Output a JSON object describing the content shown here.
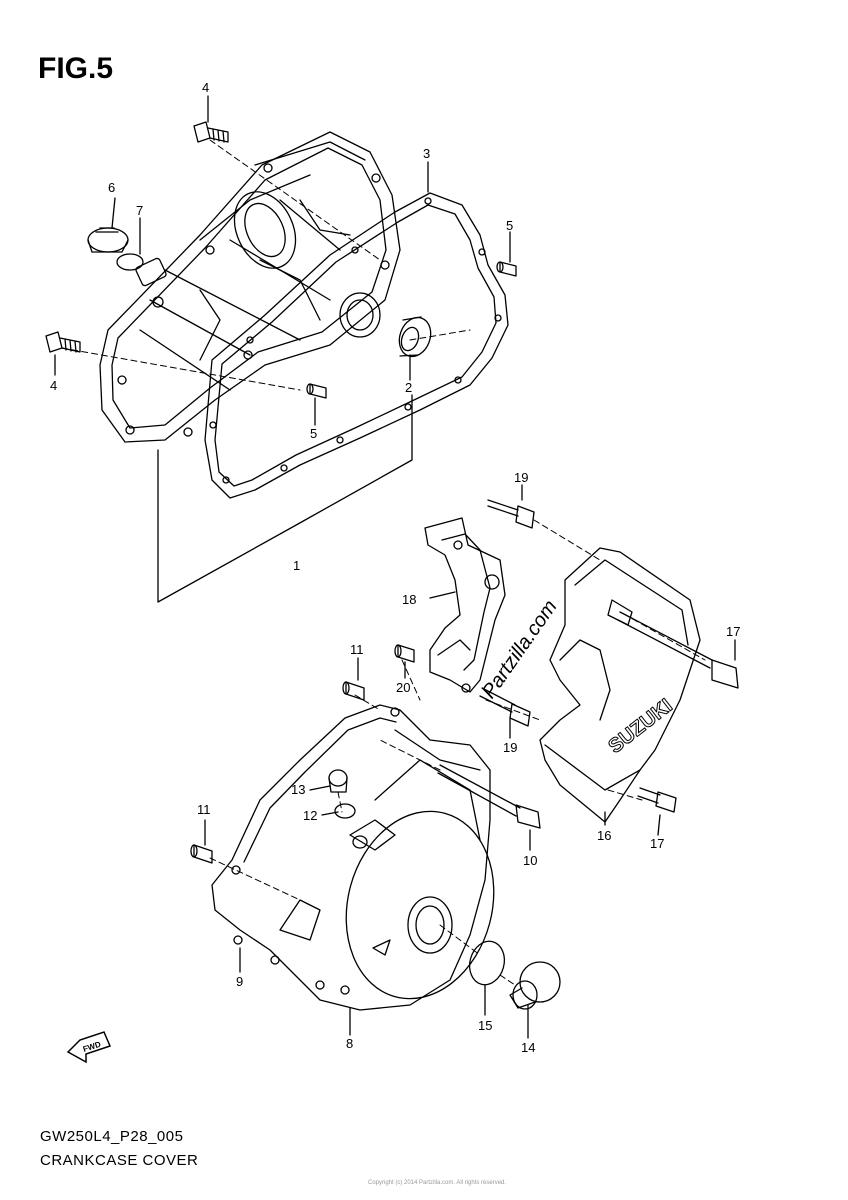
{
  "figure": {
    "title": "FIG.5",
    "model_code": "GW250L4_P28_005",
    "caption": "CRANKCASE COVER",
    "footer": "Copyright (c) 2014 Partzilla.com. All rights reserved."
  },
  "watermark": "Partzilla.com",
  "cover_brand": "SUZUKI",
  "fwd_label": "FWD",
  "callouts": [
    {
      "id": "c4a",
      "text": "4"
    },
    {
      "id": "c3",
      "text": "3"
    },
    {
      "id": "c6",
      "text": "6"
    },
    {
      "id": "c7",
      "text": "7"
    },
    {
      "id": "c5a",
      "text": "5"
    },
    {
      "id": "c4b",
      "text": "4"
    },
    {
      "id": "c2",
      "text": "2"
    },
    {
      "id": "c5b",
      "text": "5"
    },
    {
      "id": "c1",
      "text": "1"
    },
    {
      "id": "c19a",
      "text": "19"
    },
    {
      "id": "c18",
      "text": "18"
    },
    {
      "id": "c17a",
      "text": "17"
    },
    {
      "id": "c11a",
      "text": "11"
    },
    {
      "id": "c20",
      "text": "20"
    },
    {
      "id": "c19b",
      "text": "19"
    },
    {
      "id": "c13",
      "text": "13"
    },
    {
      "id": "c12",
      "text": "12"
    },
    {
      "id": "c11b",
      "text": "11"
    },
    {
      "id": "c10",
      "text": "10"
    },
    {
      "id": "c16",
      "text": "16"
    },
    {
      "id": "c17b",
      "text": "17"
    },
    {
      "id": "c9",
      "text": "9"
    },
    {
      "id": "c15",
      "text": "15"
    },
    {
      "id": "c8",
      "text": "8"
    },
    {
      "id": "c14",
      "text": "14"
    }
  ]
}
